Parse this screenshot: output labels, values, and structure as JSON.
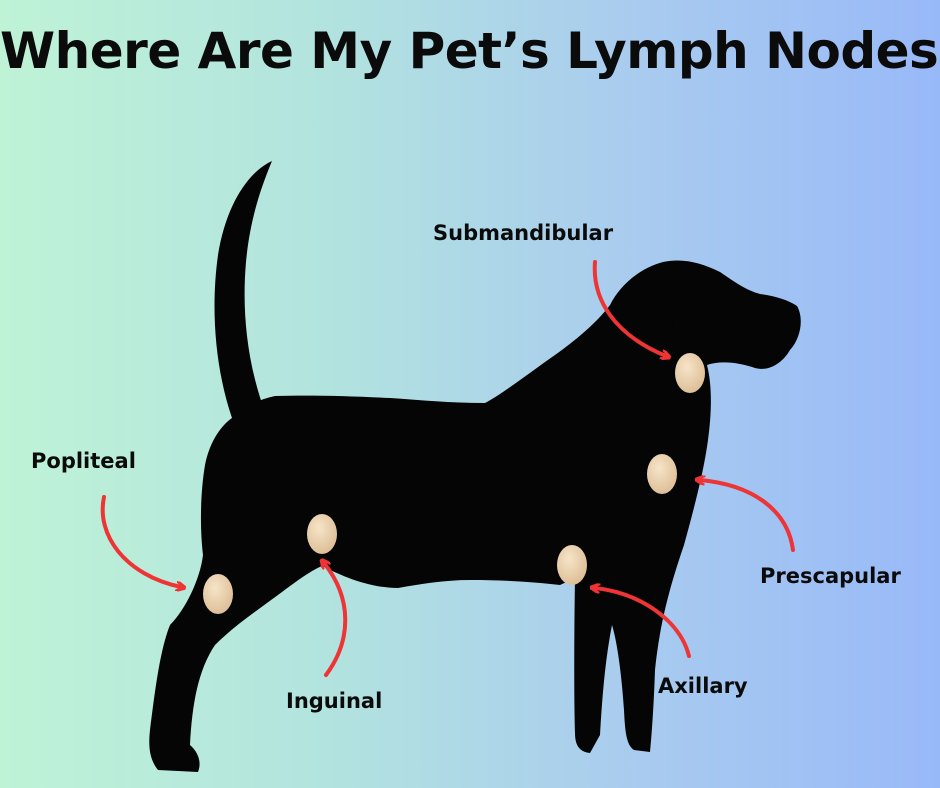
{
  "title": "Where Are My Pet’s Lymph Nodes?",
  "labels": {
    "submandibular": "Submandibular",
    "popliteal": "Popliteal",
    "prescapular": "Prescapular",
    "inguinal": "Inguinal",
    "axillary": "Axillary"
  },
  "colors": {
    "arrow": "#ee3434",
    "node_fill": "#ecd3b1",
    "silhouette": "#050505"
  }
}
